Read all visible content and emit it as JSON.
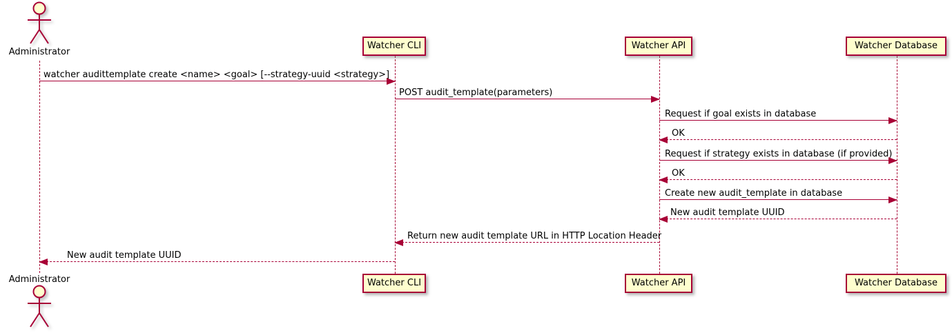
{
  "diagram": {
    "type": "sequence",
    "actor": {
      "name": "Administrator"
    },
    "participants": [
      {
        "label": "Watcher CLI"
      },
      {
        "label": "Watcher API"
      },
      {
        "label": "Watcher Database"
      }
    ],
    "messages": [
      {
        "from": "Administrator",
        "to": "Watcher CLI",
        "style": "solid",
        "text": "watcher audittemplate create <name> <goal> [--strategy-uuid <strategy>]"
      },
      {
        "from": "Watcher CLI",
        "to": "Watcher API",
        "style": "solid",
        "text": "POST audit_template(parameters)"
      },
      {
        "from": "Watcher API",
        "to": "Watcher Database",
        "style": "solid",
        "text": "Request if goal exists in database"
      },
      {
        "from": "Watcher Database",
        "to": "Watcher API",
        "style": "dashed",
        "text": "OK"
      },
      {
        "from": "Watcher API",
        "to": "Watcher Database",
        "style": "solid",
        "text": "Request if strategy exists in database (if provided)"
      },
      {
        "from": "Watcher Database",
        "to": "Watcher API",
        "style": "dashed",
        "text": "OK"
      },
      {
        "from": "Watcher API",
        "to": "Watcher Database",
        "style": "solid",
        "text": "Create new audit_template in database"
      },
      {
        "from": "Watcher Database",
        "to": "Watcher API",
        "style": "dashed",
        "text": "New audit template UUID"
      },
      {
        "from": "Watcher API",
        "to": "Watcher CLI",
        "style": "dashed",
        "text": "Return new audit template URL in HTTP Location Header"
      },
      {
        "from": "Watcher CLI",
        "to": "Administrator",
        "style": "dashed",
        "text": "New audit template UUID"
      }
    ],
    "colors": {
      "line": "#A80036",
      "participant_fill": "#FEFECE",
      "text": "#000000",
      "background": "#FFFFFF"
    }
  }
}
